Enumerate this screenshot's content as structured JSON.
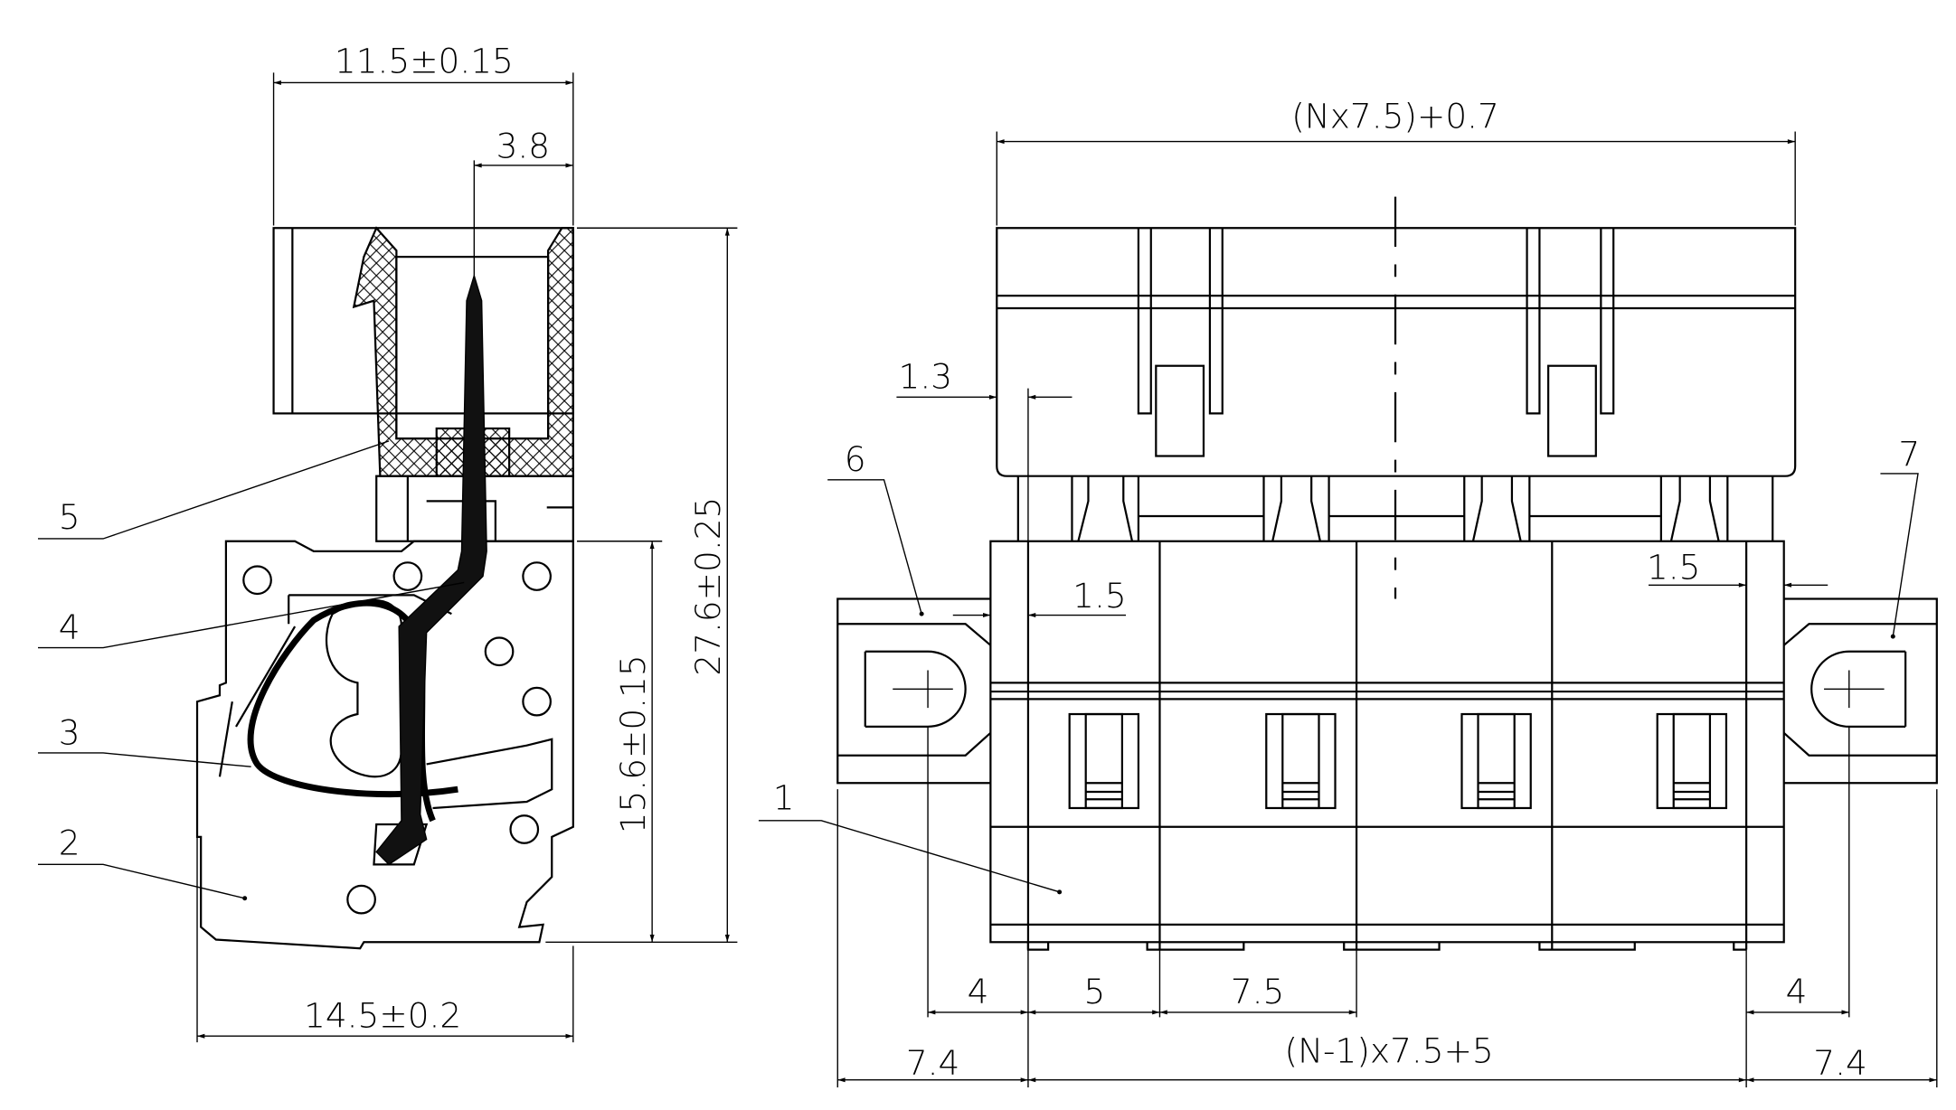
{
  "side_view": {
    "dims": {
      "width_top": "11.5±0.15",
      "pin_offset": "3.8",
      "height_total": "27.6±0.25",
      "height_header": "15.6±0.15",
      "width_bottom": "14.5±0.2"
    },
    "callouts": [
      "5",
      "4",
      "3",
      "2"
    ]
  },
  "front_view": {
    "dims": {
      "plug_width": "(Nx7.5)+0.7",
      "offset_top": "1.3",
      "offset_left": "1.5",
      "offset_right": "1.5",
      "flange_hole_left": "4",
      "first_pitch": "5",
      "pitch": "7.5",
      "flange_hole_right": "4",
      "flange_left": "7.4",
      "body_length": "(N-1)x7.5+5",
      "flange_right": "7.4"
    },
    "callouts": [
      "6",
      "7",
      "1"
    ]
  },
  "colors": {
    "line": "#000000",
    "background": "#ffffff"
  }
}
